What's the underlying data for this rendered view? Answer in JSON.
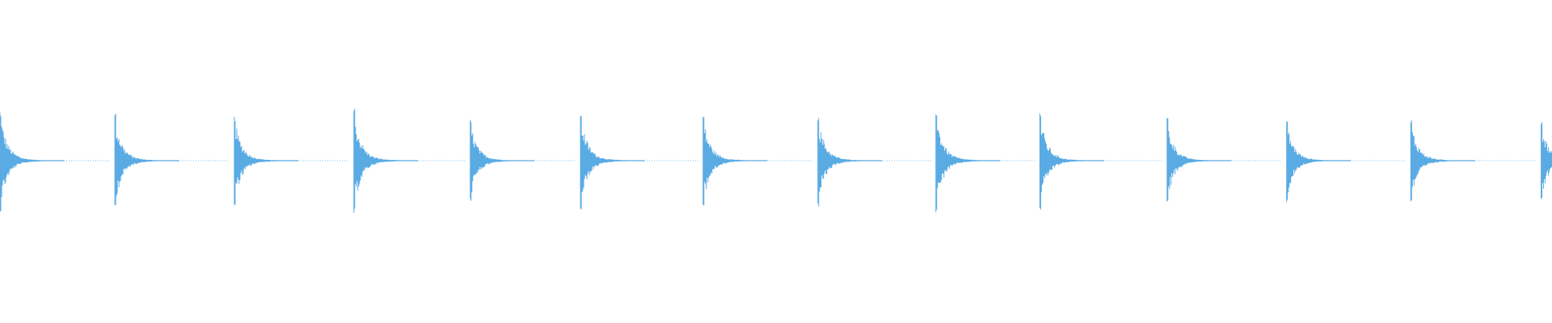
{
  "waveform": {
    "color": "#5aabe4",
    "background": "#ffffff",
    "hit_count": 14,
    "hits": [
      {
        "start": 0.0,
        "peak": 0.63
      },
      {
        "start": 0.074,
        "peak": 0.59
      },
      {
        "start": 0.151,
        "peak": 0.57
      },
      {
        "start": 0.228,
        "peak": 0.66
      },
      {
        "start": 0.303,
        "peak": 0.51
      },
      {
        "start": 0.374,
        "peak": 0.62
      },
      {
        "start": 0.453,
        "peak": 0.58
      },
      {
        "start": 0.527,
        "peak": 0.58
      },
      {
        "start": 0.603,
        "peak": 0.64
      },
      {
        "start": 0.67,
        "peak": 0.61
      },
      {
        "start": 0.752,
        "peak": 0.54
      },
      {
        "start": 0.829,
        "peak": 0.52
      },
      {
        "start": 0.909,
        "peak": 0.52
      },
      {
        "start": 0.993,
        "peak": 0.51
      }
    ],
    "decay": "exponential",
    "silence": "dotted-baseline"
  }
}
